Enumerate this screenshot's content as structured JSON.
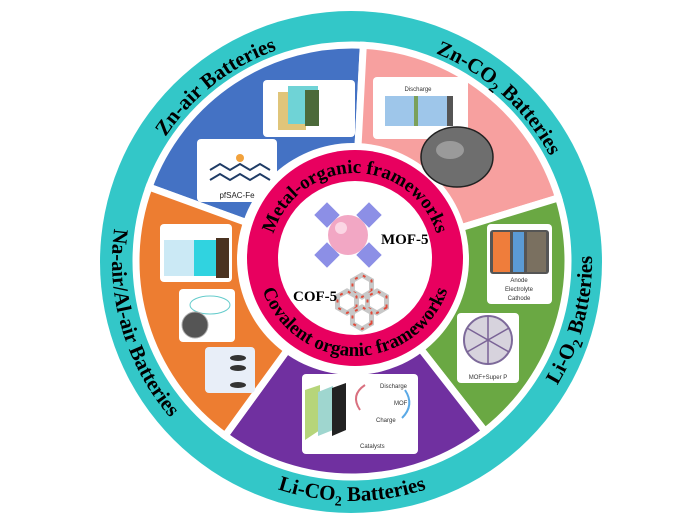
{
  "colors": {
    "outer_ring": "#33c7c8",
    "zn_air": "#4472c4",
    "zn_co2": "#f7a09f",
    "li_o2": "#6aa843",
    "li_co2": "#7030a0",
    "na_air": "#ed7d31",
    "center_ring": "#e8005f"
  },
  "segments": {
    "zn_air": {
      "parts": [
        "Zn-air Batteries",
        "",
        ""
      ]
    },
    "zn_co2": {
      "parts": [
        "Zn-CO",
        "2",
        " Batteries"
      ]
    },
    "li_o2": {
      "parts": [
        "Li-O",
        "2",
        " Batteries"
      ]
    },
    "li_co2": {
      "parts": [
        "Li-CO",
        "2",
        " Batteries"
      ]
    },
    "na_air": {
      "parts": [
        "Na-air/Al-air Batteries",
        "",
        ""
      ]
    }
  },
  "center": {
    "top_label": "Metal-organic frameworks",
    "bottom_label": "Covalent organic frameworks",
    "mof_label": "MOF-5",
    "cof_label": "COF-5"
  },
  "figures": {
    "zn_air_catalyst": "pfSAC-Fe",
    "zn_co2_discharge": "Discharge",
    "li_o2_cell": [
      "Anode",
      "Electrolyte",
      "Cathode"
    ],
    "li_o2_legend": "MOF+Super P",
    "li_co2_cycle": [
      "Discharge",
      "Charge",
      "Catalysts",
      "MOF"
    ]
  }
}
